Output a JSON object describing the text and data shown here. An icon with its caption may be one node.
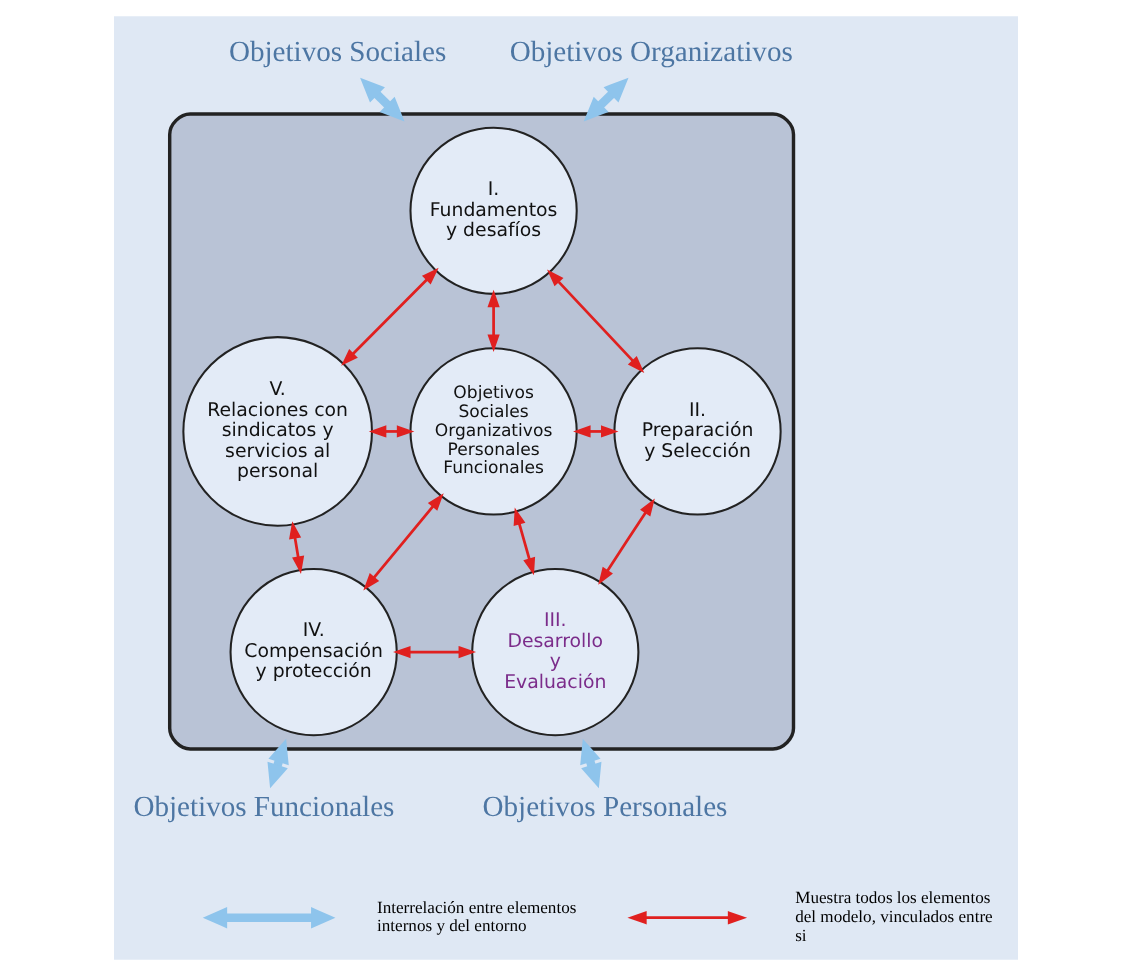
{
  "diagram": {
    "nodes": [
      {
        "text": [
          "Objetivos Sociales"
        ]
      },
      {
        "text": [
          "Objetivos Organizativos"
        ]
      },
      {
        "text": [],
        "shape": "ellipse"
      },
      {
        "text": [
          "I.",
          "Fundamentos y desafíos"
        ],
        "in": 2
      },
      {
        "text": [
          "V.",
          "Relaciones con sindicatos y servicios al personal"
        ],
        "in": 2
      },
      {
        "text": [
          "Objetivos Sociales Organizativos Personales Funcionales"
        ],
        "in": 2
      },
      {
        "text": [
          "II.",
          "Preparación y Selección"
        ],
        "in": 2
      },
      {
        "text": [
          "IV.",
          "Compensación y protección"
        ],
        "in": 2
      },
      {
        "text": [
          "III.",
          "Desarrollo y Evaluación"
        ],
        "in": 2
      },
      {
        "text": [
          "Objetivos Funcionales"
        ]
      },
      {
        "text": [
          "Objetivos Personales"
        ]
      }
    ],
    "edges": [
      {
        "from": 0,
        "to": 2,
        "arrow": "both",
        "style": "thick",
        "color": "#8ec4ec"
      },
      {
        "from": 1,
        "to": 2,
        "arrow": "both",
        "style": "thick",
        "color": "#8ec4ec"
      },
      {
        "from": 3,
        "to": 4,
        "arrow": "both"
      },
      {
        "from": 3,
        "to": 5,
        "arrow": "both"
      },
      {
        "from": 3,
        "to": 6,
        "arrow": "both"
      },
      {
        "from": 4,
        "to": 5,
        "arrow": "both"
      },
      {
        "from": 5,
        "to": 6,
        "arrow": "both"
      },
      {
        "from": 4,
        "to": 7,
        "arrow": "both"
      },
      {
        "from": 5,
        "to": 7,
        "arrow": "both"
      },
      {
        "from": 5,
        "to": 8,
        "arrow": "both"
      },
      {
        "from": 6,
        "to": 8,
        "arrow": "both"
      },
      {
        "from": 7,
        "to": 8,
        "arrow": "both"
      },
      {
        "from": 2,
        "to": 9,
        "arrow": "both",
        "style": "thick",
        "color": "#8ec4ec"
      },
      {
        "from": 2,
        "to": 10,
        "arrow": "both",
        "style": "thick",
        "color": "#8ec4ec"
      }
    ],
    "legend": [
      {
        "text": "Interrelación entre elementos internos y del entorno"
      },
      {
        "text": "Muestra todos los elementos del modelo, vinculados entre si"
      }
    ]
  }
}
